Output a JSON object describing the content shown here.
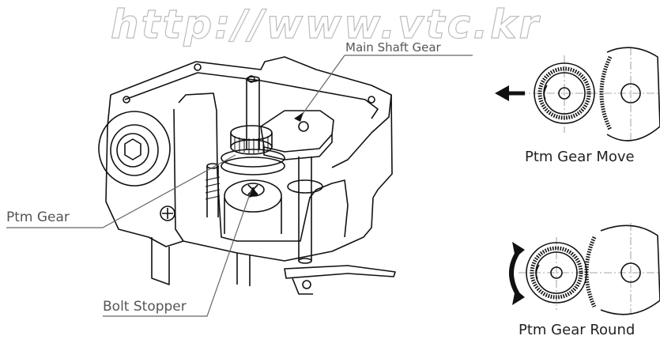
{
  "watermark": "http://www.vtc.kr",
  "labels": {
    "main_shaft_gear": "Main Shaft Gear",
    "ptm_gear": "Ptm Gear",
    "bolt_stopper": "Bolt Stopper",
    "ptm_gear_move": "Ptm Gear Move",
    "ptm_gear_round": "Ptm Gear Round"
  },
  "colors": {
    "line": "#111111",
    "leader": "#666666",
    "watermark_outline": "#bdbdbd"
  },
  "icons": [
    "left-arrow-icon",
    "rotation-arrow-icon"
  ]
}
